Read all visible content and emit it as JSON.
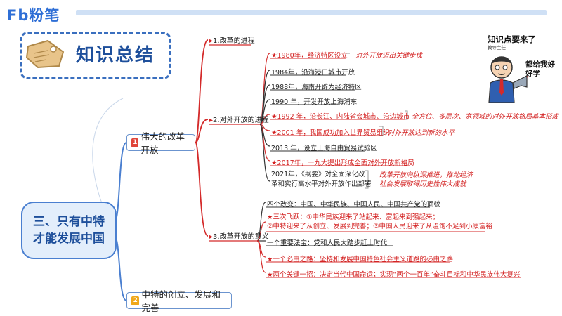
{
  "brand": {
    "logo_text": "Fb粉笔"
  },
  "summary": {
    "title": "知识总结"
  },
  "root": {
    "title": "三、只有中特\n才能发展中国"
  },
  "branches": {
    "b1": {
      "num": "1",
      "label": "伟大的改革开放"
    },
    "b2": {
      "num": "2",
      "label": "中特的创立、发展和完善"
    }
  },
  "subs": {
    "s1": "1.改革的进程",
    "s2": "2.对外开放的进程",
    "s3": "3.改革开放的意义"
  },
  "opening": {
    "i1": "1980年，经济特区设立",
    "n1": "对外开放迈出关键步伐",
    "i2": "1984年，沿海港口城市开放",
    "i3": "1988年，海南开辟为经济特区",
    "i4": "1990 年，开发开放上海浦东",
    "i5": "1992 年，沿长江、内陆省会城市、沿边城市",
    "n5": "全方位、多层次、宽领域的对外开放格局基本形成",
    "i6": "2001 年，我国成功加入世界贸易组织",
    "n6": "对外开放达到新的水平",
    "i7": "2013 年，设立上海自由贸易试验区",
    "i8": "2017年，十九大提出形成全面对外开放新格局",
    "i9a": "2021年，《纲要》对全面深化改",
    "i9b": "革和实行高水平对外开放作出部署",
    "n9a": "改革开放向纵深推进，推动经济",
    "n9b": "社会发展取得历史性伟大成就"
  },
  "significance": {
    "m1": "四个改变：中国、中华民族、中国人民、中国共产党的面貌",
    "m2a": "三次飞跃：①中华民族迎来了站起来、富起来到强起来；",
    "m2b": "②中特迎来了从创立、发展到完善；③中国人民迎来了从温饱不足到小康富裕",
    "m3": "一个重要法宝：党和人民大踏步赶上时代",
    "m4": "一个必由之路：坚持和发展中国特色社会主义道路的必由之路",
    "m5": "两个关键一招：决定当代中国命运；实现“两个一百年”奋斗目标和中华民族伟大复兴"
  },
  "illustration": {
    "bubble_title": "知识点要来了",
    "teacher_label": "教导主任",
    "bubble_text": "都给我好好学"
  },
  "colors": {
    "branch1": "#e0453a",
    "branch2": "#f0a81a",
    "wire_red": "#d42a2a",
    "wire_dark": "#333333",
    "accent_blue": "#1e4f9b"
  }
}
